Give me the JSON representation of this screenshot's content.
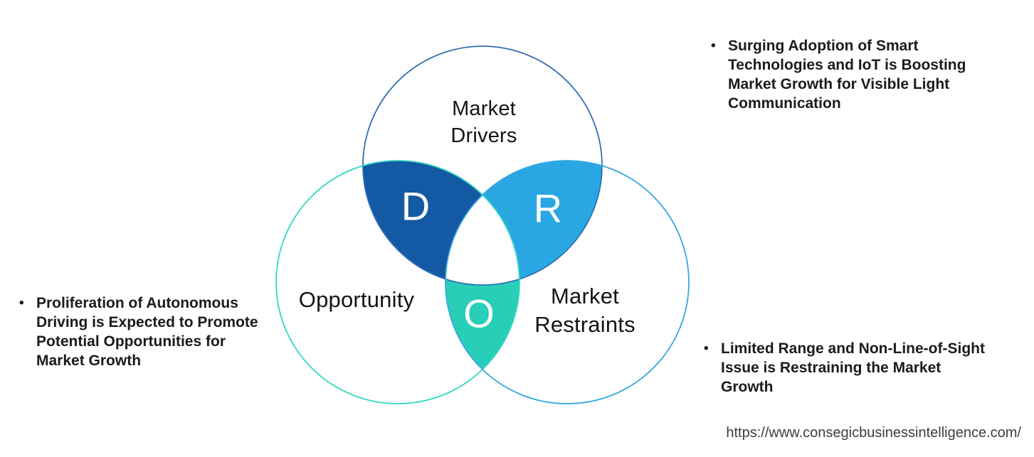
{
  "diagram": {
    "title_semantic": "DRO Venn diagram",
    "circles": {
      "drivers": {
        "label_line1": "Market",
        "label_line2": "Drivers",
        "stroke": "#2e6fb4"
      },
      "opportunity": {
        "label": "Opportunity",
        "stroke": "#31d8c2"
      },
      "restraints": {
        "label_line1": "Market",
        "label_line2": "Restraints",
        "stroke": "#35a7e0"
      }
    },
    "overlaps": {
      "drivers_opportunity": {
        "letter": "D",
        "fill": "#1459a4"
      },
      "drivers_restraints": {
        "letter": "R",
        "fill": "#2aa7e2"
      },
      "opportunity_restraints": {
        "letter": "O",
        "fill": "#28ceb6"
      }
    }
  },
  "bullets": {
    "marker": "•",
    "drivers": {
      "lines": [
        "Surging Adoption of Smart",
        "Technologies and IoT is Boosting",
        "Market Growth for Visible Light",
        "Communication"
      ]
    },
    "opportunity": {
      "lines": [
        "Proliferation of Autonomous",
        "Driving is Expected to Promote",
        "Potential Opportunities for",
        "Market Growth"
      ]
    },
    "restraints": {
      "lines": [
        "Limited Range and Non-Line-of-Sight",
        "Issue is Restraining the Market",
        "Growth"
      ]
    }
  },
  "footer": {
    "url": "https://www.consegicbusinessintelligence.com/"
  }
}
